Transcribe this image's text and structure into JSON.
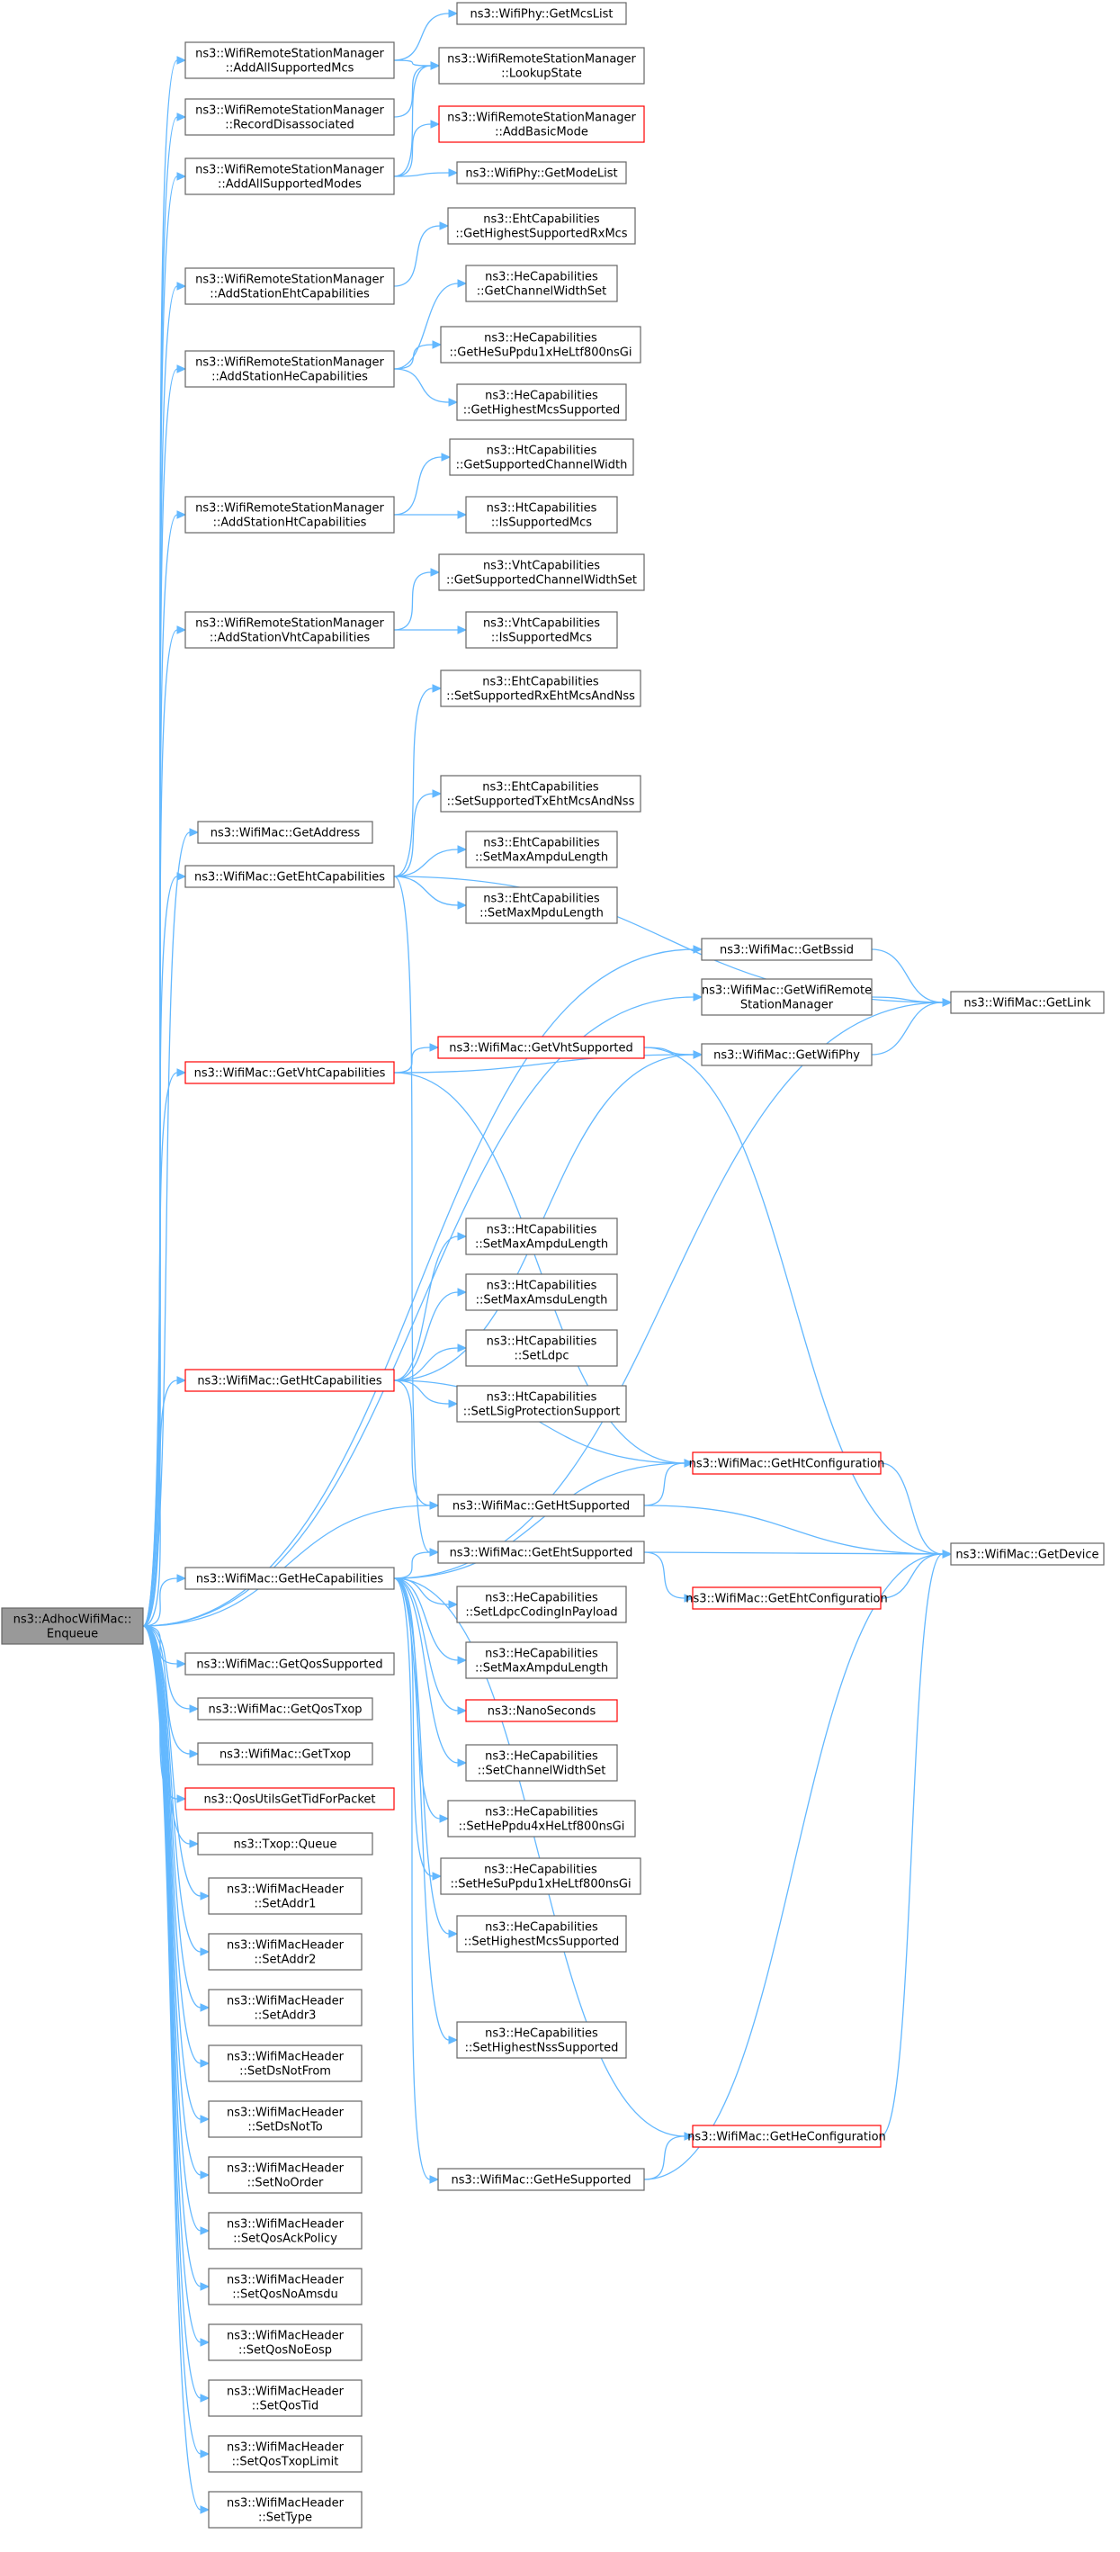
{
  "colors": {
    "edge": "#63b8ff",
    "node_border": "#666666",
    "node_border_red": "#ff0000",
    "root_fill": "#999999"
  },
  "nodes": [
    {
      "id": "root",
      "lines": [
        "ns3::AdhocWifiMac::",
        "Enqueue"
      ],
      "style": "root"
    },
    {
      "id": "a1",
      "lines": [
        "ns3::WifiRemoteStationManager",
        "::AddAllSupportedMcs"
      ]
    },
    {
      "id": "a2",
      "lines": [
        "ns3::WifiRemoteStationManager",
        "::RecordDisassociated"
      ]
    },
    {
      "id": "a3",
      "lines": [
        "ns3::WifiRemoteStationManager",
        "::AddAllSupportedModes"
      ]
    },
    {
      "id": "a4",
      "lines": [
        "ns3::WifiRemoteStationManager",
        "::AddStationEhtCapabilities"
      ]
    },
    {
      "id": "a5",
      "lines": [
        "ns3::WifiRemoteStationManager",
        "::AddStationHeCapabilities"
      ]
    },
    {
      "id": "a6",
      "lines": [
        "ns3::WifiRemoteStationManager",
        "::AddStationHtCapabilities"
      ]
    },
    {
      "id": "a7",
      "lines": [
        "ns3::WifiRemoteStationManager",
        "::AddStationVhtCapabilities"
      ]
    },
    {
      "id": "a8",
      "lines": [
        "ns3::WifiMac::GetAddress"
      ]
    },
    {
      "id": "a9",
      "lines": [
        "ns3::WifiMac::GetEhtCapabilities"
      ]
    },
    {
      "id": "a10",
      "lines": [
        "ns3::WifiMac::GetVhtCapabilities"
      ],
      "style": "red"
    },
    {
      "id": "a11",
      "lines": [
        "ns3::WifiMac::GetHtCapabilities"
      ],
      "style": "red"
    },
    {
      "id": "a12",
      "lines": [
        "ns3::WifiMac::GetHeCapabilities"
      ]
    },
    {
      "id": "a13",
      "lines": [
        "ns3::WifiMac::GetQosSupported"
      ]
    },
    {
      "id": "a14",
      "lines": [
        "ns3::WifiMac::GetQosTxop"
      ]
    },
    {
      "id": "a15",
      "lines": [
        "ns3::WifiMac::GetTxop"
      ]
    },
    {
      "id": "a16",
      "lines": [
        "ns3::QosUtilsGetTidForPacket"
      ],
      "style": "red"
    },
    {
      "id": "a17",
      "lines": [
        "ns3::Txop::Queue"
      ]
    },
    {
      "id": "a18",
      "lines": [
        "ns3::WifiMacHeader",
        "::SetAddr1"
      ]
    },
    {
      "id": "a19",
      "lines": [
        "ns3::WifiMacHeader",
        "::SetAddr2"
      ]
    },
    {
      "id": "a20",
      "lines": [
        "ns3::WifiMacHeader",
        "::SetAddr3"
      ]
    },
    {
      "id": "a21",
      "lines": [
        "ns3::WifiMacHeader",
        "::SetDsNotFrom"
      ]
    },
    {
      "id": "a22",
      "lines": [
        "ns3::WifiMacHeader",
        "::SetDsNotTo"
      ]
    },
    {
      "id": "a23",
      "lines": [
        "ns3::WifiMacHeader",
        "::SetNoOrder"
      ]
    },
    {
      "id": "a24",
      "lines": [
        "ns3::WifiMacHeader",
        "::SetQosAckPolicy"
      ]
    },
    {
      "id": "a25",
      "lines": [
        "ns3::WifiMacHeader",
        "::SetQosNoAmsdu"
      ]
    },
    {
      "id": "a26",
      "lines": [
        "ns3::WifiMacHeader",
        "::SetQosNoEosp"
      ]
    },
    {
      "id": "a27",
      "lines": [
        "ns3::WifiMacHeader",
        "::SetQosTid"
      ]
    },
    {
      "id": "a28",
      "lines": [
        "ns3::WifiMacHeader",
        "::SetQosTxopLimit"
      ]
    },
    {
      "id": "a29",
      "lines": [
        "ns3::WifiMacHeader",
        "::SetType"
      ]
    },
    {
      "id": "b1",
      "lines": [
        "ns3::WifiPhy::GetMcsList"
      ]
    },
    {
      "id": "b2",
      "lines": [
        "ns3::WifiRemoteStationManager",
        "::LookupState"
      ]
    },
    {
      "id": "b3",
      "lines": [
        "ns3::WifiRemoteStationManager",
        "::AddBasicMode"
      ],
      "style": "red"
    },
    {
      "id": "b4",
      "lines": [
        "ns3::WifiPhy::GetModeList"
      ]
    },
    {
      "id": "b5",
      "lines": [
        "ns3::EhtCapabilities",
        "::GetHighestSupportedRxMcs"
      ]
    },
    {
      "id": "b6",
      "lines": [
        "ns3::HeCapabilities",
        "::GetChannelWidthSet"
      ]
    },
    {
      "id": "b7",
      "lines": [
        "ns3::HeCapabilities",
        "::GetHeSuPpdu1xHeLtf800nsGi"
      ]
    },
    {
      "id": "b8",
      "lines": [
        "ns3::HeCapabilities",
        "::GetHighestMcsSupported"
      ]
    },
    {
      "id": "b9",
      "lines": [
        "ns3::HtCapabilities",
        "::GetSupportedChannelWidth"
      ]
    },
    {
      "id": "b10",
      "lines": [
        "ns3::HtCapabilities",
        "::IsSupportedMcs"
      ]
    },
    {
      "id": "b11",
      "lines": [
        "ns3::VhtCapabilities",
        "::GetSupportedChannelWidthSet"
      ]
    },
    {
      "id": "b12",
      "lines": [
        "ns3::VhtCapabilities",
        "::IsSupportedMcs"
      ]
    },
    {
      "id": "b13",
      "lines": [
        "ns3::EhtCapabilities",
        "::SetSupportedRxEhtMcsAndNss"
      ]
    },
    {
      "id": "b14",
      "lines": [
        "ns3::EhtCapabilities",
        "::SetSupportedTxEhtMcsAndNss"
      ]
    },
    {
      "id": "b15",
      "lines": [
        "ns3::EhtCapabilities",
        "::SetMaxAmpduLength"
      ]
    },
    {
      "id": "b16",
      "lines": [
        "ns3::EhtCapabilities",
        "::SetMaxMpduLength"
      ]
    },
    {
      "id": "b17",
      "lines": [
        "ns3::WifiMac::GetVhtSupported"
      ],
      "style": "red"
    },
    {
      "id": "b18",
      "lines": [
        "ns3::HtCapabilities",
        "::SetMaxAmpduLength"
      ]
    },
    {
      "id": "b19",
      "lines": [
        "ns3::HtCapabilities",
        "::SetMaxAmsduLength"
      ]
    },
    {
      "id": "b20",
      "lines": [
        "ns3::HtCapabilities",
        "::SetLdpc"
      ]
    },
    {
      "id": "b21",
      "lines": [
        "ns3::HtCapabilities",
        "::SetLSigProtectionSupport"
      ]
    },
    {
      "id": "b22",
      "lines": [
        "ns3::WifiMac::GetHtSupported"
      ]
    },
    {
      "id": "b23",
      "lines": [
        "ns3::WifiMac::GetEhtSupported"
      ]
    },
    {
      "id": "b24",
      "lines": [
        "ns3::HeCapabilities",
        "::SetLdpcCodingInPayload"
      ]
    },
    {
      "id": "b25",
      "lines": [
        "ns3::HeCapabilities",
        "::SetMaxAmpduLength"
      ]
    },
    {
      "id": "b26",
      "lines": [
        "ns3::NanoSeconds"
      ],
      "style": "red"
    },
    {
      "id": "b27",
      "lines": [
        "ns3::HeCapabilities",
        "::SetChannelWidthSet"
      ]
    },
    {
      "id": "b28",
      "lines": [
        "ns3::HeCapabilities",
        "::SetHePpdu4xHeLtf800nsGi"
      ]
    },
    {
      "id": "b29",
      "lines": [
        "ns3::HeCapabilities",
        "::SetHeSuPpdu1xHeLtf800nsGi"
      ]
    },
    {
      "id": "b30",
      "lines": [
        "ns3::HeCapabilities",
        "::SetHighestMcsSupported"
      ]
    },
    {
      "id": "b31",
      "lines": [
        "ns3::HeCapabilities",
        "::SetHighestNssSupported"
      ]
    },
    {
      "id": "b32",
      "lines": [
        "ns3::WifiMac::GetHeSupported"
      ]
    },
    {
      "id": "c1",
      "lines": [
        "ns3::WifiMac::GetBssid"
      ]
    },
    {
      "id": "c2",
      "lines": [
        "ns3::WifiMac::GetWifiRemote",
        "StationManager"
      ]
    },
    {
      "id": "c3",
      "lines": [
        "ns3::WifiMac::GetWifiPhy"
      ]
    },
    {
      "id": "c4",
      "lines": [
        "ns3::WifiMac::GetHtConfiguration"
      ],
      "style": "red"
    },
    {
      "id": "c5",
      "lines": [
        "ns3::WifiMac::GetEhtConfiguration"
      ],
      "style": "red"
    },
    {
      "id": "c6",
      "lines": [
        "ns3::WifiMac::GetHeConfiguration"
      ],
      "style": "red"
    },
    {
      "id": "d1",
      "lines": [
        "ns3::WifiMac::GetLink"
      ]
    },
    {
      "id": "d2",
      "lines": [
        "ns3::WifiMac::GetDevice"
      ]
    }
  ],
  "edges": [
    [
      "root",
      "a1"
    ],
    [
      "root",
      "a2"
    ],
    [
      "root",
      "a3"
    ],
    [
      "root",
      "a4"
    ],
    [
      "root",
      "a5"
    ],
    [
      "root",
      "a6"
    ],
    [
      "root",
      "a7"
    ],
    [
      "root",
      "a8"
    ],
    [
      "root",
      "a9"
    ],
    [
      "root",
      "a10"
    ],
    [
      "root",
      "a11"
    ],
    [
      "root",
      "a12"
    ],
    [
      "root",
      "a13"
    ],
    [
      "root",
      "a14"
    ],
    [
      "root",
      "a15"
    ],
    [
      "root",
      "a16"
    ],
    [
      "root",
      "a17"
    ],
    [
      "root",
      "a18"
    ],
    [
      "root",
      "a19"
    ],
    [
      "root",
      "a20"
    ],
    [
      "root",
      "a21"
    ],
    [
      "root",
      "a22"
    ],
    [
      "root",
      "a23"
    ],
    [
      "root",
      "a24"
    ],
    [
      "root",
      "a25"
    ],
    [
      "root",
      "a26"
    ],
    [
      "root",
      "a27"
    ],
    [
      "root",
      "a28"
    ],
    [
      "root",
      "a29"
    ],
    [
      "root",
      "c1"
    ],
    [
      "root",
      "c2"
    ],
    [
      "root",
      "b22"
    ],
    [
      "a1",
      "b1"
    ],
    [
      "a1",
      "b2"
    ],
    [
      "a2",
      "b2"
    ],
    [
      "a3",
      "b2"
    ],
    [
      "a3",
      "b3"
    ],
    [
      "a3",
      "b4"
    ],
    [
      "a4",
      "b5"
    ],
    [
      "a5",
      "b6"
    ],
    [
      "a5",
      "b7"
    ],
    [
      "a5",
      "b8"
    ],
    [
      "a6",
      "b9"
    ],
    [
      "a6",
      "b10"
    ],
    [
      "a7",
      "b11"
    ],
    [
      "a7",
      "b12"
    ],
    [
      "a9",
      "b13"
    ],
    [
      "a9",
      "b14"
    ],
    [
      "a9",
      "b15"
    ],
    [
      "a9",
      "b16"
    ],
    [
      "a9",
      "d1"
    ],
    [
      "a9",
      "b23"
    ],
    [
      "a10",
      "b17"
    ],
    [
      "a10",
      "c3"
    ],
    [
      "a10",
      "c4"
    ],
    [
      "a11",
      "c3"
    ],
    [
      "a11",
      "b18"
    ],
    [
      "a11",
      "b19"
    ],
    [
      "a11",
      "b20"
    ],
    [
      "a11",
      "b21"
    ],
    [
      "a11",
      "c4"
    ],
    [
      "a11",
      "b22"
    ],
    [
      "a12",
      "b23"
    ],
    [
      "a12",
      "b24"
    ],
    [
      "a12",
      "b25"
    ],
    [
      "a12",
      "b26"
    ],
    [
      "a12",
      "b27"
    ],
    [
      "a12",
      "b28"
    ],
    [
      "a12",
      "b29"
    ],
    [
      "a12",
      "b30"
    ],
    [
      "a12",
      "b31"
    ],
    [
      "a12",
      "b32"
    ],
    [
      "a12",
      "c6"
    ],
    [
      "a12",
      "d1"
    ],
    [
      "a12",
      "c4"
    ],
    [
      "b17",
      "c3"
    ],
    [
      "b17",
      "d2"
    ],
    [
      "b22",
      "c4"
    ],
    [
      "b22",
      "d2"
    ],
    [
      "b23",
      "c5"
    ],
    [
      "b23",
      "d2"
    ],
    [
      "b32",
      "c6"
    ],
    [
      "b32",
      "d2"
    ],
    [
      "c1",
      "d1"
    ],
    [
      "c2",
      "d1"
    ],
    [
      "c3",
      "d1"
    ],
    [
      "c4",
      "d2"
    ],
    [
      "c5",
      "d2"
    ],
    [
      "c6",
      "d2"
    ]
  ]
}
